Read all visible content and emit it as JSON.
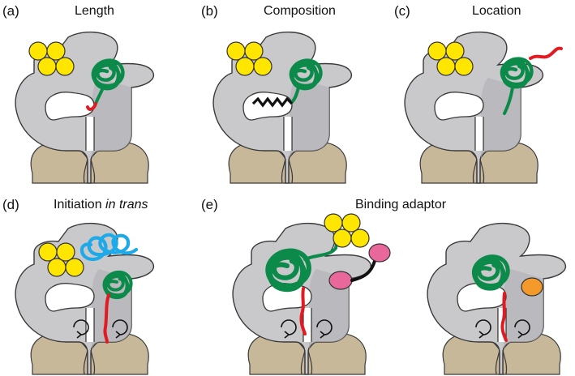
{
  "figure": {
    "panels": [
      {
        "label": "(a)",
        "title": "Length"
      },
      {
        "label": "(b)",
        "title": "Composition"
      },
      {
        "label": "(c)",
        "title": "Location"
      },
      {
        "label": "(d)",
        "title": "Initiation ",
        "title_italic": "in trans"
      },
      {
        "label": "(e)",
        "title": "Binding adaptor"
      }
    ],
    "colors": {
      "proteasome_body": "#c9c9cc",
      "proteasome_shade": "#b0b0b4",
      "atpase_ring": "#c8b89a",
      "ubiquitin": "#ffe600",
      "substrate": "#0b8a4a",
      "initiation_region": "#e11b22",
      "composition_segment": "#111111",
      "trans_substrate": "#1ea9e8",
      "adaptor": "#e8689b",
      "adaptor_alt": "#f39a2b"
    },
    "icons": [
      "rotation-arrow-icon"
    ]
  }
}
